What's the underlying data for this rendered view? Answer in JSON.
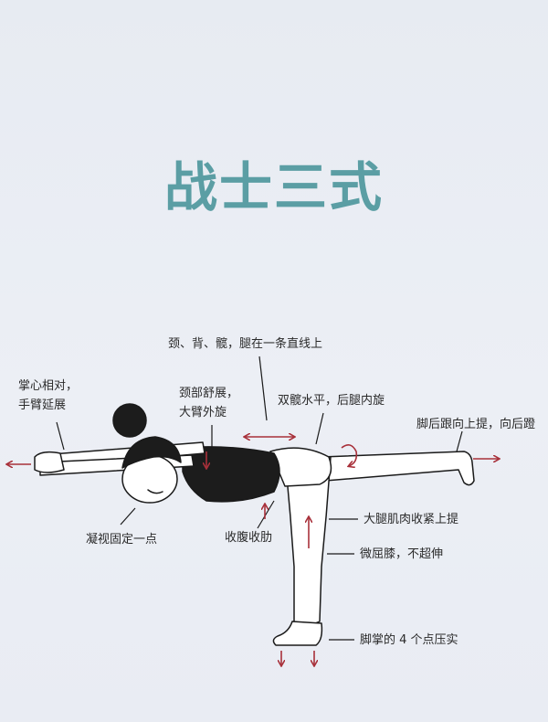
{
  "title": "战士三式",
  "colors": {
    "title": "#5b9ea4",
    "arrow": "#a8303a",
    "ink": "#1a1a1a"
  },
  "labels": {
    "neck_back_hip": "颈、背、髋，腿在一条直线上",
    "palms_line1": "掌心相对，",
    "palms_line2": "手臂延展",
    "neck_line1": "颈部舒展，",
    "neck_line2": "大臂外旋",
    "hips_level": "双髋水平，后腿内旋",
    "heel_lift": "脚后跟向上提，向后蹬",
    "gaze": "凝视固定一点",
    "abdomen": "收腹收肋",
    "thigh": "大腿肌肉收紧上提",
    "knee": "微屈膝，不超伸",
    "sole": "脚掌的 4 个点压实"
  }
}
